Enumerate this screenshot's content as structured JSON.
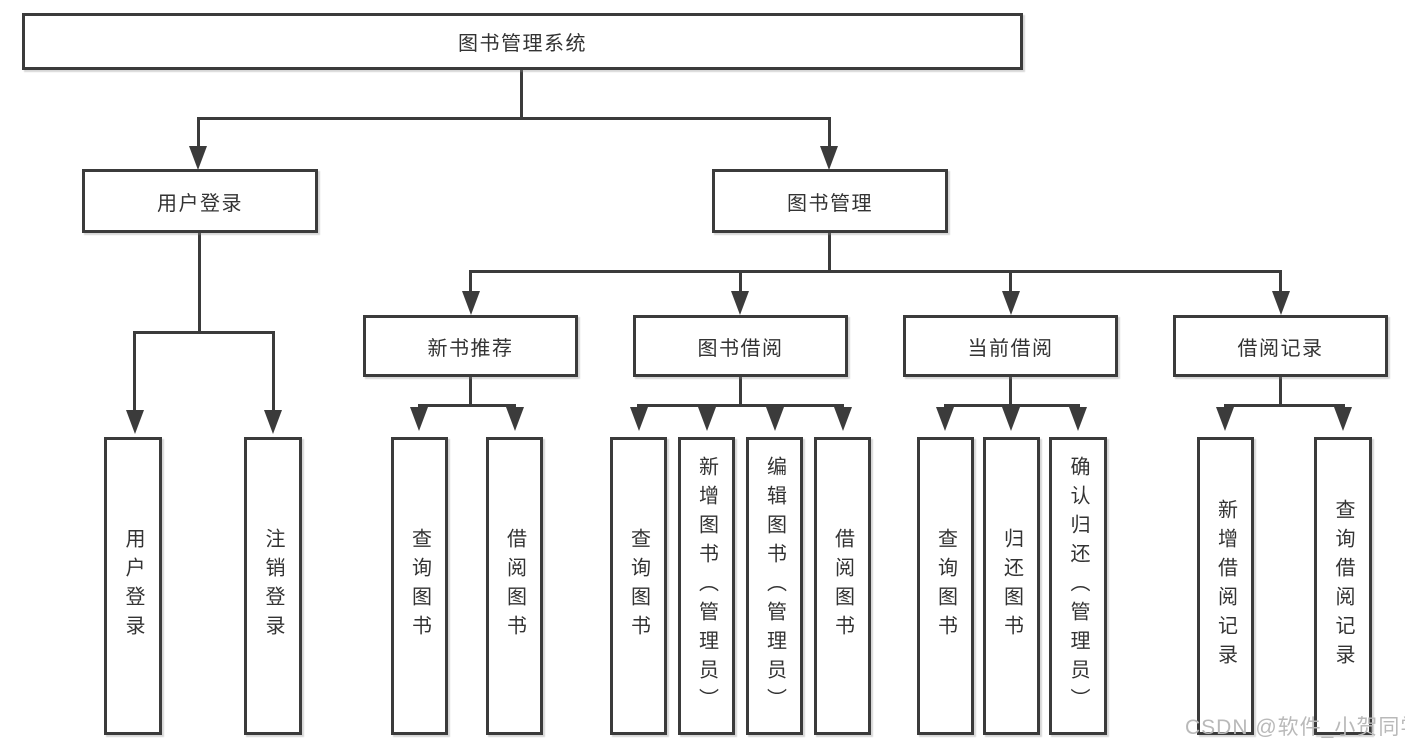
{
  "tree": {
    "root": {
      "label": "图书管理系统"
    },
    "level2": [
      {
        "label": "用户登录",
        "children": [
          {
            "label": "用户登录"
          },
          {
            "label": "注销登录"
          }
        ]
      },
      {
        "label": "图书管理",
        "children": [
          {
            "label": "新书推荐",
            "children": [
              {
                "label": "查询图书"
              },
              {
                "label": "借阅图书"
              }
            ]
          },
          {
            "label": "图书借阅",
            "children": [
              {
                "label": "查询图书"
              },
              {
                "label": "新增图书（管理员）"
              },
              {
                "label": "编辑图书（管理员）"
              },
              {
                "label": "借阅图书"
              }
            ]
          },
          {
            "label": "当前借阅",
            "children": [
              {
                "label": "查询图书"
              },
              {
                "label": "归还图书"
              },
              {
                "label": "确认归还（管理员）"
              }
            ]
          },
          {
            "label": "借阅记录",
            "children": [
              {
                "label": "新增借阅记录"
              },
              {
                "label": "查询借阅记录"
              }
            ]
          }
        ]
      }
    ]
  },
  "watermark": {
    "text": "CSDN @软件_小贺同学",
    "color": "#b9b9b9"
  },
  "colors": {
    "line": "#3b3b3b",
    "box_border": "#3b3b3b",
    "text": "#333333",
    "background": "#ffffff"
  }
}
